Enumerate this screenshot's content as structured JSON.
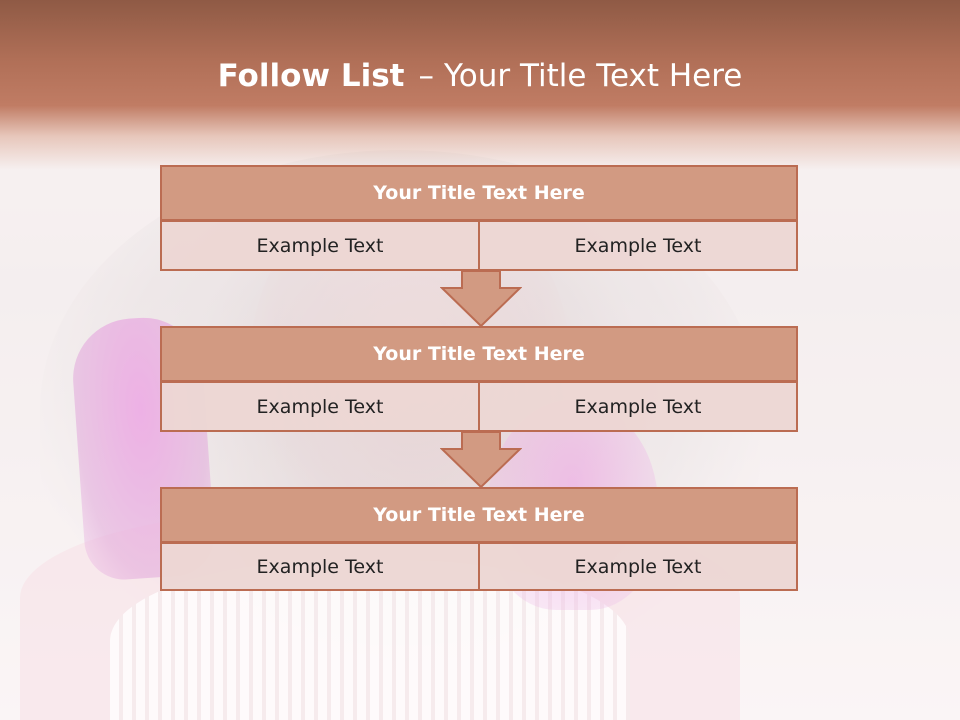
{
  "slide": {
    "title_bold": "Follow List",
    "title_dash": "–",
    "title_rest": "Your Title Text Here"
  },
  "blocks": [
    {
      "title": "Your Title Text Here",
      "cells": [
        "Example Text",
        "Example Text"
      ]
    },
    {
      "title": "Your Title Text Here",
      "cells": [
        "Example Text",
        "Example Text"
      ]
    },
    {
      "title": "Your Title Text Here",
      "cells": [
        "Example Text",
        "Example Text"
      ]
    }
  ],
  "colors": {
    "title_bar": "#b06f57",
    "block_title_fill": "#d29a82",
    "block_border": "#bb6c52",
    "cell_fill": "#ecd6d3",
    "arrow_fill": "#d29a82"
  },
  "background": {
    "icon": "woman-in-fur-hood-pink-mittens-photo"
  }
}
